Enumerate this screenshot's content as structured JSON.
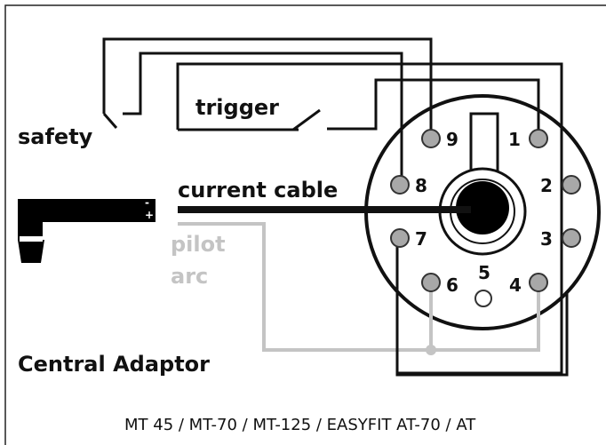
{
  "labels": {
    "safety": "safety",
    "trigger": "trigger",
    "current_cable": "current cable",
    "pilot_line1": "pilot",
    "pilot_line2": "arc",
    "central_adaptor": "Central Adaptor",
    "footer": "MT 45 / MT-70 / MT-125 / EASYFIT AT-70 / AT",
    "torch_minus": "-",
    "torch_plus": "+"
  },
  "pins": {
    "p1": "1",
    "p2": "2",
    "p3": "3",
    "p4": "4",
    "p5": "5",
    "p6": "6",
    "p7": "7",
    "p8": "8",
    "p9": "9"
  },
  "colors": {
    "wire": "#111111",
    "pilot_wire": "#c4c4c4",
    "pin_fill": "#a8a8a8",
    "frame": "#222222"
  }
}
